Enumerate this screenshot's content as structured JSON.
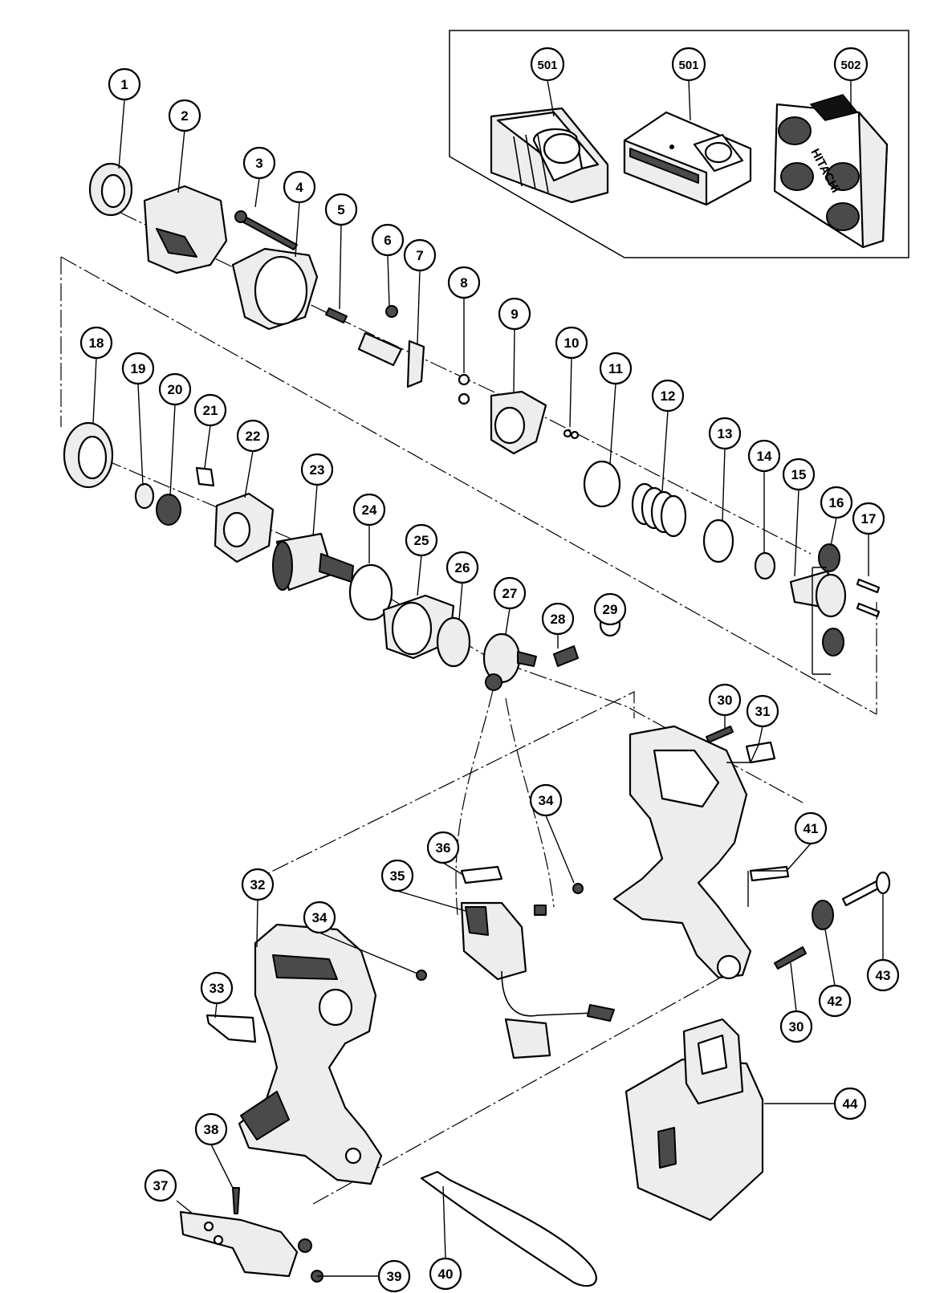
{
  "callouts": [
    {
      "id": "c1",
      "label": "1"
    },
    {
      "id": "c2",
      "label": "2"
    },
    {
      "id": "c3",
      "label": "3"
    },
    {
      "id": "c4",
      "label": "4"
    },
    {
      "id": "c5",
      "label": "5"
    },
    {
      "id": "c6",
      "label": "6"
    },
    {
      "id": "c7",
      "label": "7"
    },
    {
      "id": "c8",
      "label": "8"
    },
    {
      "id": "c9",
      "label": "9"
    },
    {
      "id": "c10",
      "label": "10"
    },
    {
      "id": "c11",
      "label": "11"
    },
    {
      "id": "c12",
      "label": "12"
    },
    {
      "id": "c13",
      "label": "13"
    },
    {
      "id": "c14",
      "label": "14"
    },
    {
      "id": "c15",
      "label": "15"
    },
    {
      "id": "c16",
      "label": "16"
    },
    {
      "id": "c17",
      "label": "17"
    },
    {
      "id": "c18",
      "label": "18"
    },
    {
      "id": "c19",
      "label": "19"
    },
    {
      "id": "c20",
      "label": "20"
    },
    {
      "id": "c21",
      "label": "21"
    },
    {
      "id": "c22",
      "label": "22"
    },
    {
      "id": "c23",
      "label": "23"
    },
    {
      "id": "c24",
      "label": "24"
    },
    {
      "id": "c25",
      "label": "25"
    },
    {
      "id": "c26",
      "label": "26"
    },
    {
      "id": "c27",
      "label": "27"
    },
    {
      "id": "c28",
      "label": "28"
    },
    {
      "id": "c29",
      "label": "29"
    },
    {
      "id": "c30a",
      "label": "30"
    },
    {
      "id": "c30b",
      "label": "30"
    },
    {
      "id": "c31",
      "label": "31"
    },
    {
      "id": "c32",
      "label": "32"
    },
    {
      "id": "c33",
      "label": "33"
    },
    {
      "id": "c34a",
      "label": "34"
    },
    {
      "id": "c34b",
      "label": "34"
    },
    {
      "id": "c35",
      "label": "35"
    },
    {
      "id": "c36",
      "label": "36"
    },
    {
      "id": "c37",
      "label": "37"
    },
    {
      "id": "c38",
      "label": "38"
    },
    {
      "id": "c39",
      "label": "39"
    },
    {
      "id": "c40",
      "label": "40"
    },
    {
      "id": "c41",
      "label": "41"
    },
    {
      "id": "c42",
      "label": "42"
    },
    {
      "id": "c43",
      "label": "43"
    },
    {
      "id": "c44",
      "label": "44"
    },
    {
      "id": "c501a",
      "label": "501"
    },
    {
      "id": "c501b",
      "label": "501"
    },
    {
      "id": "c502",
      "label": "502"
    }
  ],
  "case_brand": "HITACHI"
}
